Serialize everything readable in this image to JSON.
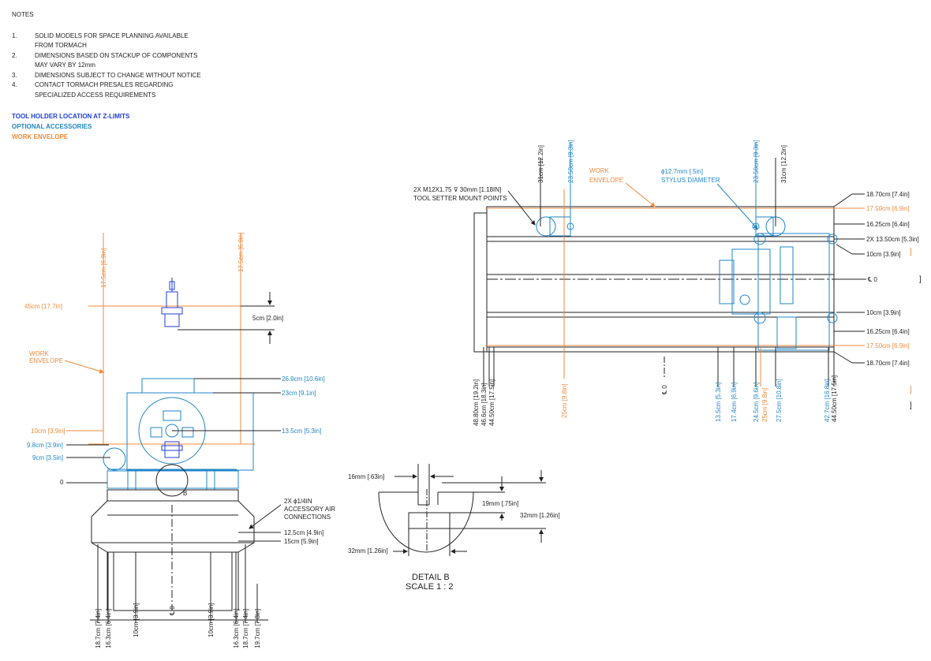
{
  "notes": {
    "title": "NOTES",
    "items": [
      {
        "num": "1.",
        "text": "SOLID MODELS FOR SPACE PLANNING AVAILABLE\nFROM TORMACH"
      },
      {
        "num": "2.",
        "text": "DIMENSIONS BASED ON STACKUP OF COMPONENTS\nMAY VARY BY 12mm"
      },
      {
        "num": "3.",
        "text": "DIMENSIONS SUBJECT TO CHANGE WITHOUT NOTICE"
      },
      {
        "num": "4.",
        "text": "CONTACT TORMACH PRESALES REGARDING\nSPECIALIZED ACCESS REQUIREMENTS"
      }
    ]
  },
  "legend": {
    "tool_holder": "TOOL HOLDER LOCATION AT Z-LIMITS",
    "optional": "OPTIONAL ACCESSORIES",
    "work_envelope": "WORK ENVELOPE"
  },
  "colors": {
    "tool_holder": "#1f3fd4",
    "optional": "#1f86c8",
    "work_envelope": "#f08a3c",
    "line": "#222222"
  },
  "front_view": {
    "h_17_5_left": "17.5cm [6.9in]",
    "h_17_5_right": "17.5cm [6.9in]",
    "w_45": "45cm [17.7in]",
    "z_5": "5cm [2.0in]",
    "work_envelope": "WORK\nENVELOPE",
    "r_26_9": "26.9cm [10.6in]",
    "r_23": "23cm [9.1in]",
    "r_13_5": "13.5cm [5.3in]",
    "l_10": "10cm [3.9in]",
    "l_9_8": "9.8cm [3.9in]",
    "l_9": "9cm [3.5in]",
    "zero": "0",
    "detail_ref": "B",
    "air_note": "2X ϕ1/4IN\nACCESSORY AIR\nCONNECTIONS",
    "r_12_5": "12.5cm [4.9in]",
    "r_15": "15cm [5.9in]",
    "bottom": [
      "18.7cm [7.4in]",
      "16.3cm [6.4in]",
      "10cm [3.9in]",
      "℄ 0",
      "10cm [3.9in]",
      "16.3cm [6.4in]",
      "18.7cm [7.4in]",
      "19.7cm [7.8in]"
    ]
  },
  "top_view": {
    "mount_note": "2X M12X1.75 ⊽ 30mm [1.18IN]\nTOOL SETTER MOUNT POINTS",
    "top_31_left": "31cm [12.2in]",
    "top_23_5_left": "23.50cm [9.3in]",
    "work_envelope": "WORK\nENVELOPE",
    "stylus": "ϕ12.7mm [.5in]\nSTYLUS DIAMETER",
    "top_23_5_right": "23.50cm [9.3in]",
    "top_31_right": "31cm [12.2in]",
    "right": [
      "18.70cm [7.4in]",
      "17.50cm [6.9in]",
      "16.25cm [6.4in]",
      "2X 13.50cm [5.3in]",
      "10cm [3.9in]",
      "℄ 0",
      "10cm [3.9in]",
      "16.25cm [6.4in]",
      "17.50cm [6.9in]",
      "18.70cm [7.4in]"
    ],
    "bottom_left": [
      "48.80cm [19.2in]",
      "46.6cm [18.3in]",
      "44.50cm [17.5in]"
    ],
    "bottom_25_left": "25cm [9.8in]",
    "bottom_center": "℄ 0",
    "bottom_right": [
      "13.5cm [5.3in]",
      "17.4cm [6.9in]",
      "24.5cm [9.6in]",
      "25cm [9.8in]",
      "27.5cm [10.8in]",
      "42.7cm [16.8in]",
      "44.50cm [17.5in]"
    ]
  },
  "detail": {
    "d16": "16mm [.63in]",
    "d19": "19mm [.75in]",
    "d32r": "32mm [1.26in]",
    "d32l": "32mm [1.26in]",
    "title": "DETAIL B",
    "scale": "SCALE 1 : 2"
  }
}
